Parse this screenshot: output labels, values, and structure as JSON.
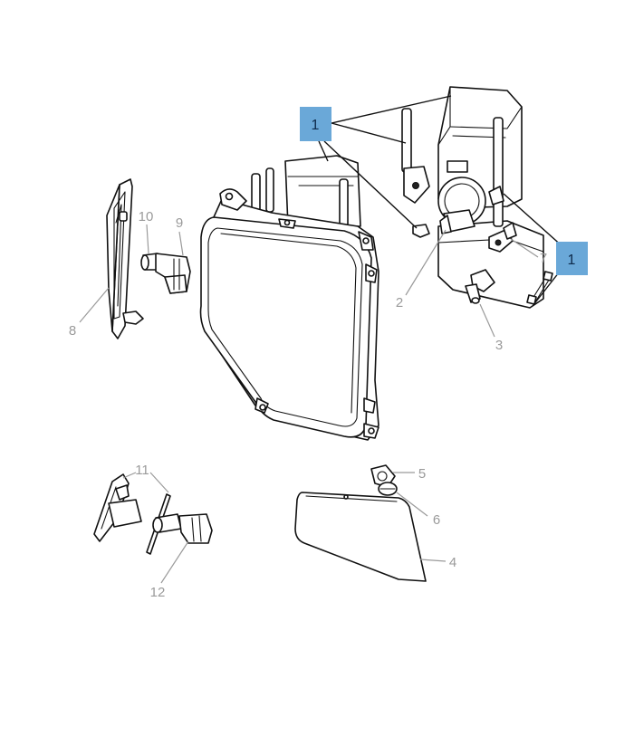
{
  "callouts": {
    "c1a": "1",
    "c1b": "1",
    "c2": "2",
    "c3": "3",
    "c4": "4",
    "c5": "5",
    "c6": "6",
    "c7": "7",
    "c8": "8",
    "c9": "9",
    "c10": "10",
    "c11": "11",
    "c12": "12"
  },
  "colors": {
    "highlight_box": "#6aa8d8",
    "callout_text": "#9a9a9a",
    "linework": "#111111"
  }
}
